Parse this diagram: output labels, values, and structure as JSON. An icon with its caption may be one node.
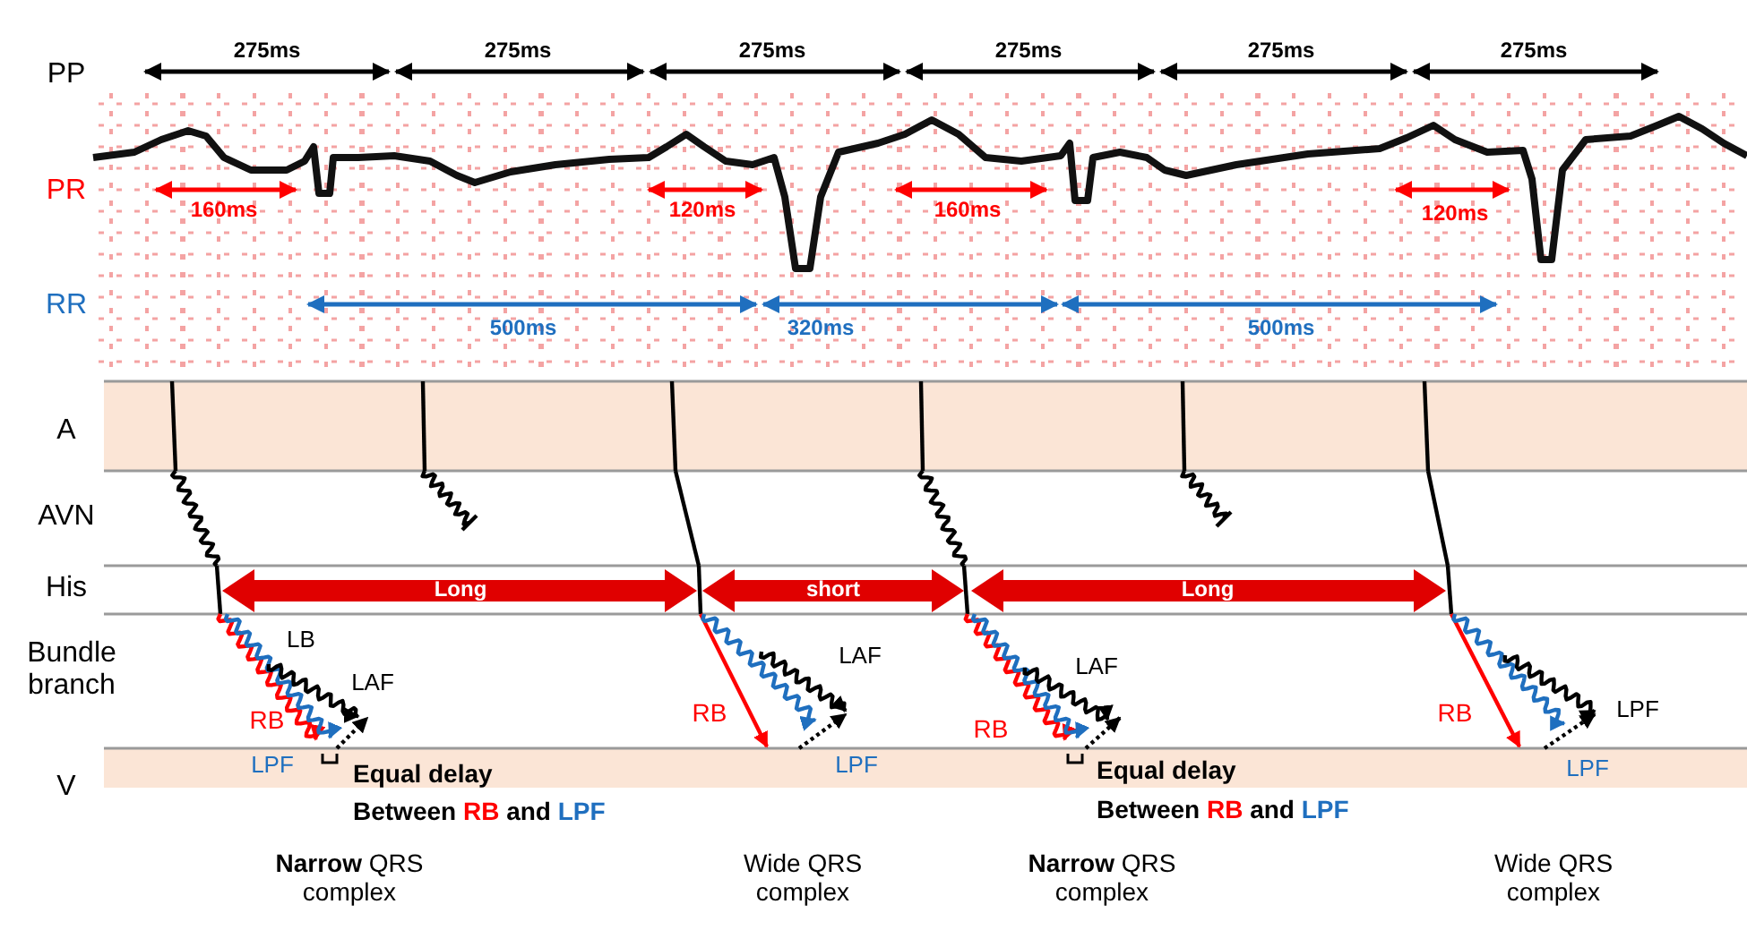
{
  "diagram": {
    "labels": [
      "PP",
      "275ms",
      "275ms",
      "275ms",
      "275ms",
      "275ms",
      "275ms",
      "PR",
      "160ms",
      "120ms",
      "160ms",
      "120ms",
      "RR",
      "500ms",
      "320ms",
      "500ms",
      "A",
      "AVN",
      "His",
      "Long",
      "short",
      "Long",
      "Bundle branch",
      "LB",
      "LAF",
      "LAF",
      "LAF",
      "LPF",
      "RB",
      "RB",
      "RB",
      "RB",
      "LPF",
      "LPF",
      "LPF",
      "V",
      "Equal delay",
      "Between RB and LPF",
      "Equal delay",
      "Between RB and LPF",
      "**Narrow** QRS complex",
      "Wide QRS complex",
      "**Narrow** QRS complex",
      "Wide QRS complex"
    ]
  }
}
